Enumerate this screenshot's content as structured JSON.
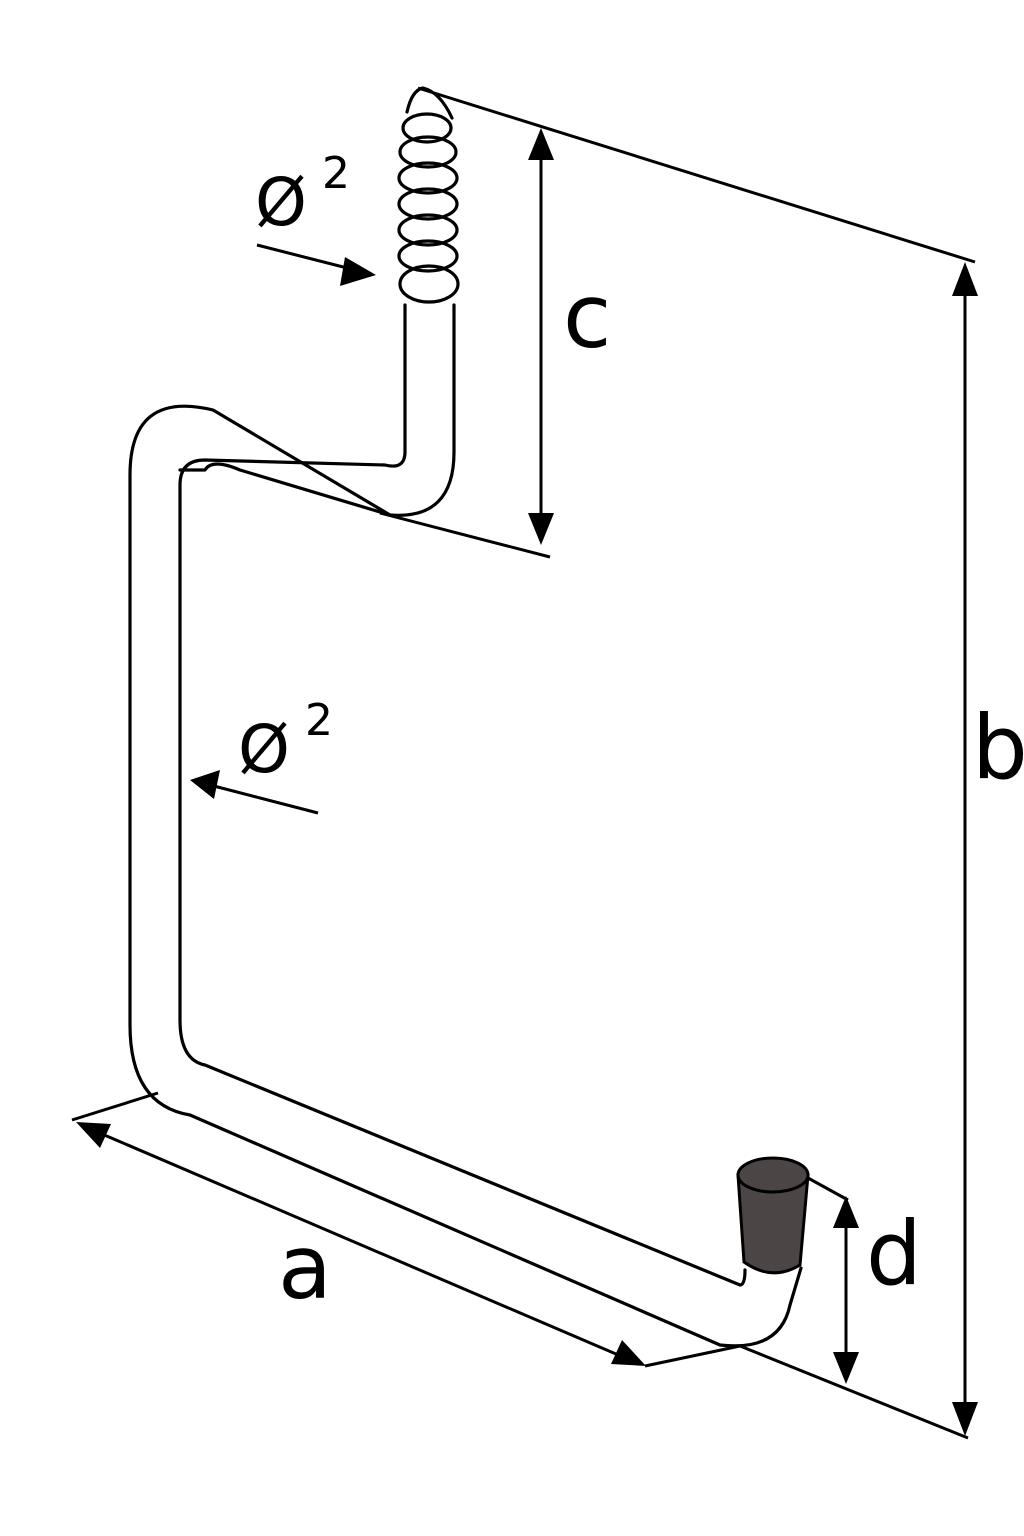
{
  "labels": {
    "a": "a",
    "b": "b",
    "c": "c",
    "d": "d"
  },
  "diameter_top": {
    "symbol": "Ø",
    "value": "2"
  },
  "diameter_side": {
    "symbol": "Ø",
    "value": "2"
  },
  "colors": {
    "line": "#000000",
    "background": "#ffffff",
    "cap": "#4b4546"
  }
}
